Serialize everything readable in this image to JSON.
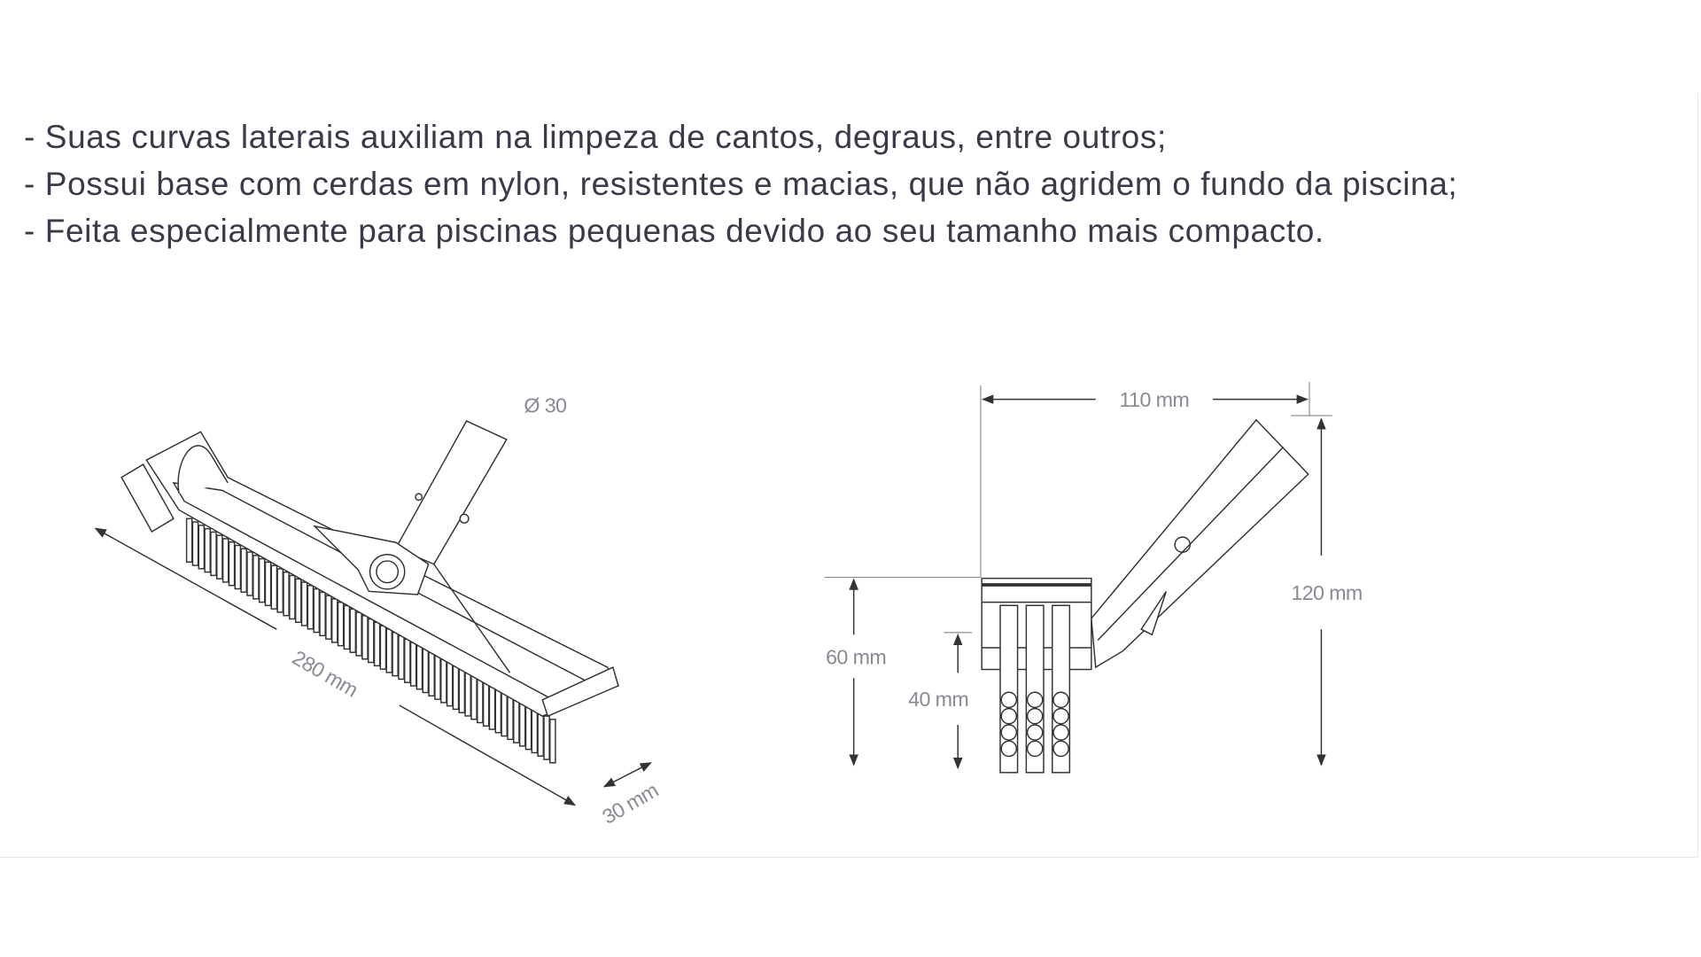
{
  "description_lines": [
    "- Suas curvas laterais auxiliam na limpeza de cantos, degraus, entre outros;",
    "- Possui base com cerdas em nylon, resistentes e macias, que não agridem o fundo da piscina;",
    "- Feita especialmente para piscinas pequenas devido ao seu tamanho mais compacto."
  ],
  "front_view": {
    "diameter_label": "Ø 30",
    "length_label": "280 mm",
    "depth_label": "30 mm"
  },
  "side_view": {
    "width_label": "110 mm",
    "height_label": "120 mm",
    "head_height_label": "60 mm",
    "bristle_label": "40 mm"
  },
  "colors": {
    "text": "#3b3a4a",
    "drawing": "#333333",
    "dimension": "#8a8a94"
  }
}
